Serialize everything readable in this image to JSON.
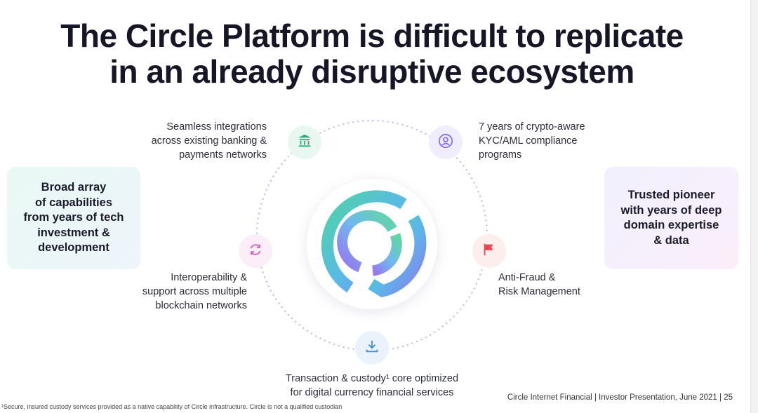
{
  "title": {
    "line1": "The Circle Platform is difficult to replicate",
    "line2": "in an already disruptive ecosystem"
  },
  "cards": {
    "left": "Broad array\nof capabilities\nfrom years of tech\ninvestment &\ndevelopment",
    "right": "Trusted pioneer\nwith years of deep\ndomain expertise\n& data"
  },
  "nodes": [
    {
      "id": "banking",
      "icon": "bank-icon",
      "color": "#27b07e",
      "bg": "#e9f7f1",
      "label": "Seamless integrations\nacross existing banking &\npayments networks"
    },
    {
      "id": "compliance",
      "icon": "user-circle-icon",
      "color": "#8b72e6",
      "bg": "#f0edfc",
      "label": "7 years of crypto-aware\nKYC/AML compliance\nprograms"
    },
    {
      "id": "interop",
      "icon": "sync-icon",
      "color": "#d35fc4",
      "bg": "#fbeef9",
      "label": "Interoperability &\nsupport across multiple\nblockchain networks"
    },
    {
      "id": "fraud",
      "icon": "flag-icon",
      "color": "#e24b55",
      "bg": "#fdeeee",
      "label": "Anti-Fraud &\nRisk Management"
    },
    {
      "id": "custody",
      "icon": "download-icon",
      "color": "#3d8fe0",
      "bg": "#eaf3fc",
      "label": "Transaction & custody¹ core optimized\nfor digital currency financial services"
    }
  ],
  "footer": "Circle Internet Financial | Investor Presentation, June 2021 | 25",
  "footnote": "¹Secure, insured custody services provided as a native capability of Circle infrastructure. Circle is not a qualified custodian"
}
